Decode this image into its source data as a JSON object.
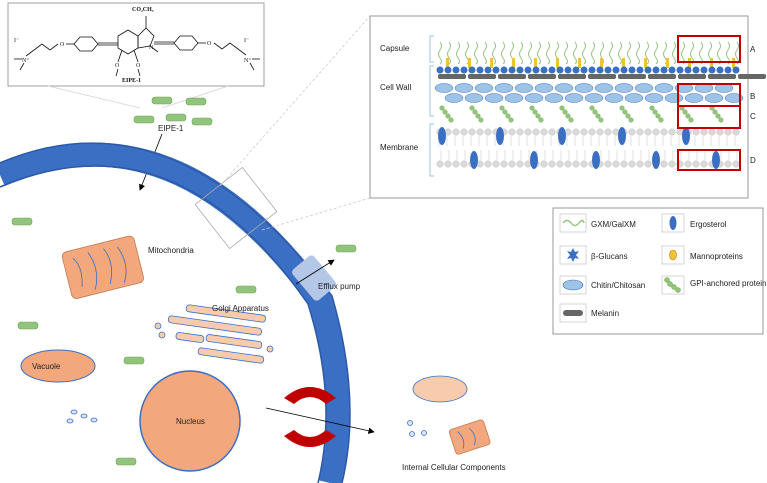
{
  "molecule": {
    "name": "EIPE-1",
    "ester": "CO₂CH₃",
    "counter_ion": "I⁻",
    "n_plus": "N⁺",
    "oxygen": "O"
  },
  "cell_labels": {
    "eipe": "EIPE-1",
    "mitochondria": "Mitochondria",
    "golgi": "Golgi Apparatus",
    "vacuole": "Vacuole",
    "nucleus": "Nucleus",
    "efflux": "Efflux pump",
    "internal": "Internal Cellular Components"
  },
  "wall_panel": {
    "layers": [
      "Capsule",
      "Cell Wall",
      "Membrane"
    ],
    "markers": [
      "A",
      "B",
      "C",
      "D"
    ]
  },
  "legend": [
    {
      "icon": "gxm-icon",
      "label": "GXM/GalXM"
    },
    {
      "icon": "ergosterol-icon",
      "label": "Ergosterol"
    },
    {
      "icon": "beta-glucan-icon",
      "label": "β-Glucans"
    },
    {
      "icon": "mannoprotein-icon",
      "label": "Mannoproteins"
    },
    {
      "icon": "chitin-icon",
      "label": "Chitin/Chitosan"
    },
    {
      "icon": "gpi-protein-icon",
      "label": "GPI-anchored protein"
    },
    {
      "icon": "melanin-icon",
      "label": "Melanin"
    }
  ],
  "colors": {
    "membrane": "#3b6fc4",
    "organelle": "#f2a77d",
    "drug": "#93c47d",
    "red": "#c00000",
    "chitin": "#9dc3e6"
  }
}
